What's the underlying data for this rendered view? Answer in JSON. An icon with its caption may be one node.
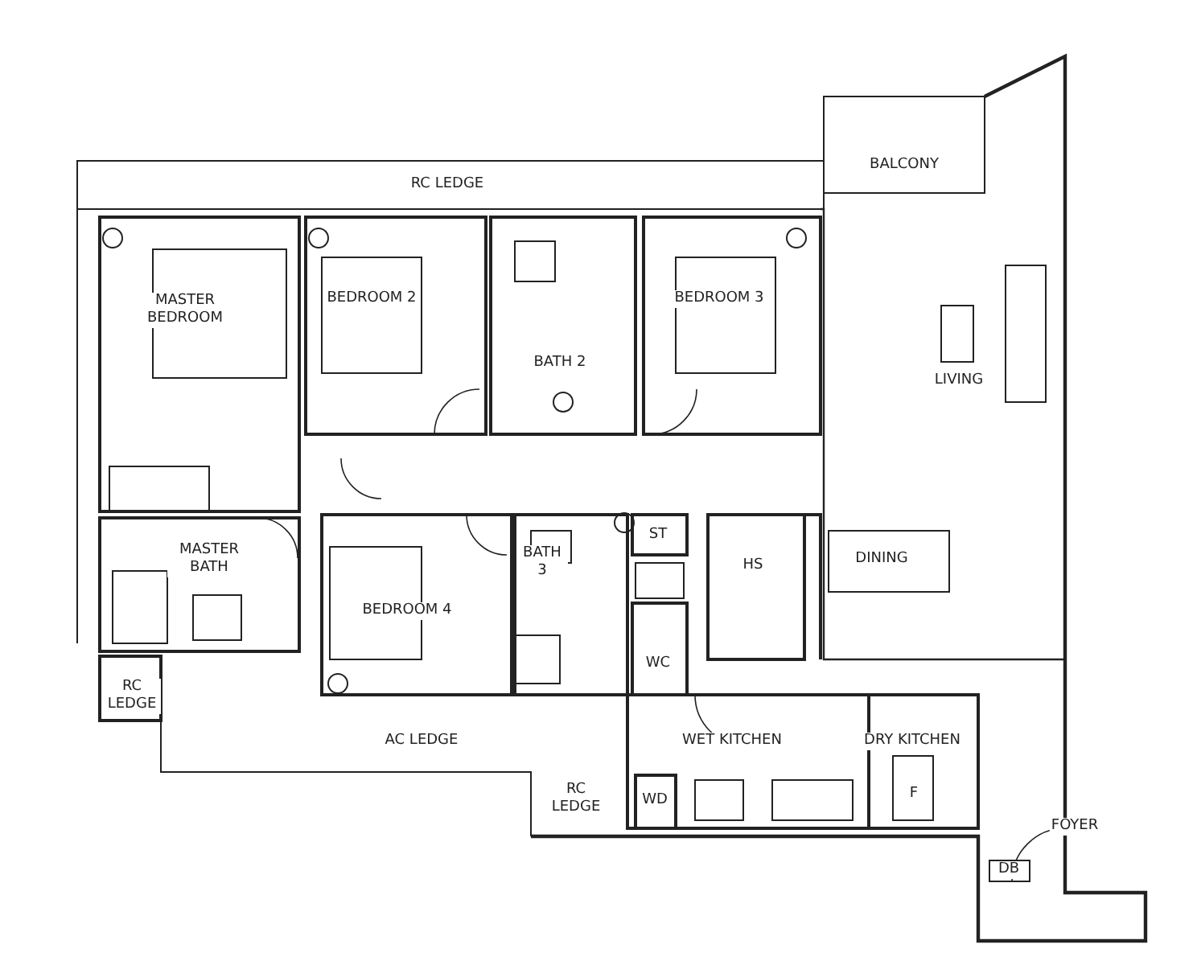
{
  "diagram": {
    "labels": [
      "BALCONY",
      "RC LEDGE",
      "MASTER BEDROOM",
      "BEDROOM 2",
      "BEDROOM 3",
      "BATH 2",
      "LIVING",
      "ST",
      "MASTER BATH",
      "DINING",
      "BATH 3",
      "HS",
      "BEDROOM 4",
      "WC",
      "RC LEDGE",
      "AC LEDGE",
      "WET KITCHEN",
      "DRY KITCHEN",
      "RC LEDGE",
      "WD",
      "F",
      "FOYER",
      "DB"
    ]
  }
}
